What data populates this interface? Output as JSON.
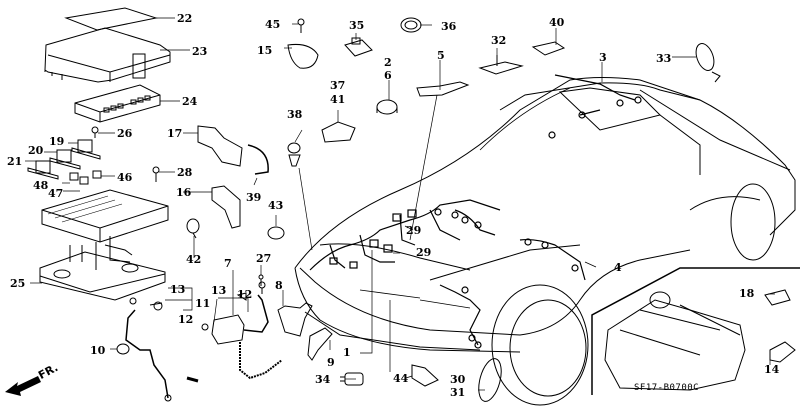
{
  "diagram": {
    "code": "SF17-B0700C",
    "direction_label": "FR.",
    "colors": {
      "line": "#000000",
      "background": "#ffffff"
    }
  },
  "callouts": {
    "c1": "1",
    "c2": "2",
    "c3": "3",
    "c4": "4",
    "c5": "5",
    "c6": "6",
    "c7": "7",
    "c8": "8",
    "c9": "9",
    "c10": "10",
    "c11": "11",
    "c12a": "12",
    "c12b": "12",
    "c13a": "13",
    "c13b": "13",
    "c14": "14",
    "c15": "15",
    "c16": "16",
    "c17": "17",
    "c18": "18",
    "c19": "19",
    "c20": "20",
    "c21": "21",
    "c22": "22",
    "c23": "23",
    "c24": "24",
    "c25": "25",
    "c26": "26",
    "c27": "27",
    "c28": "28",
    "c29a": "29",
    "c29b": "29",
    "c30": "30",
    "c31": "31",
    "c32": "32",
    "c33": "33",
    "c34": "34",
    "c35": "35",
    "c36": "36",
    "c37": "37",
    "c38": "38",
    "c39": "39",
    "c40": "40",
    "c41": "41",
    "c42": "42",
    "c43": "43",
    "c44": "44",
    "c45": "45",
    "c46": "46",
    "c47": "47",
    "c48": "48"
  }
}
